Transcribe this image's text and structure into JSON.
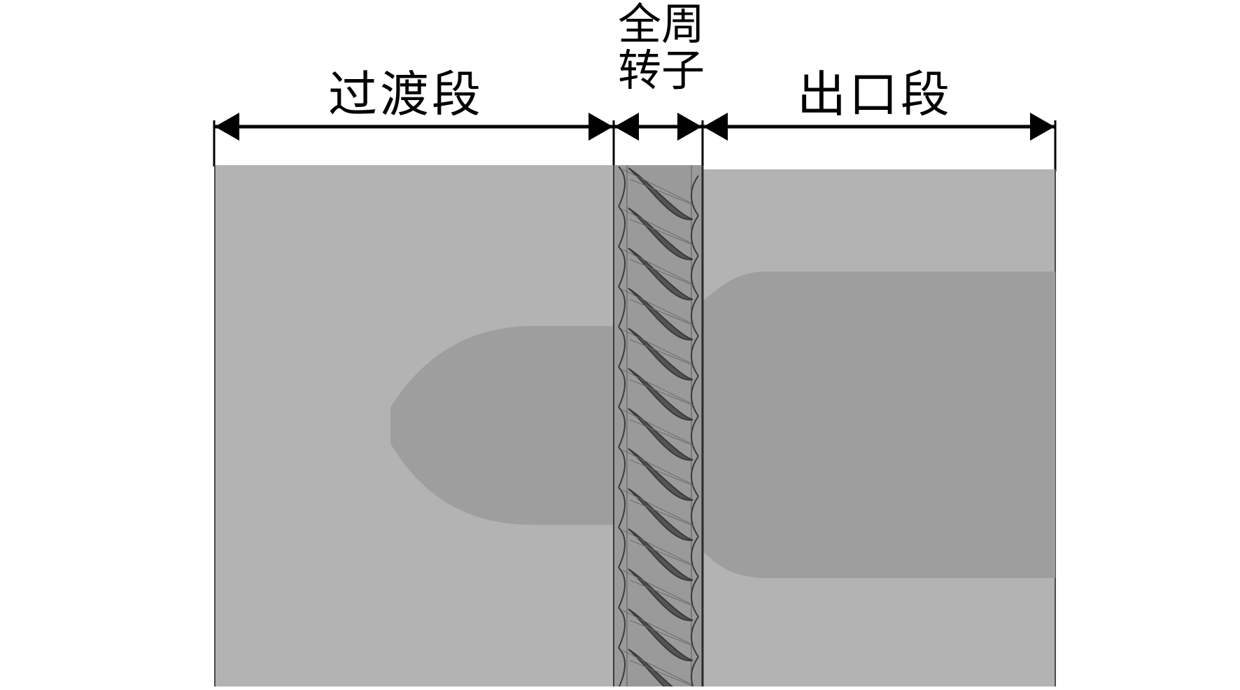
{
  "labels": {
    "transition": "过渡段",
    "rotor_line1": "全周",
    "rotor_line2": "转子",
    "outlet": "出口段"
  },
  "colors": {
    "background": "#ffffff",
    "duct_light": "#b3b3b3",
    "duct_dark": "#9e9e9e",
    "rotor_fill": "#9a9a9a",
    "rotor_line": "#3a3a3a",
    "dimension": "#000000"
  },
  "rotor": {
    "blade_count": 13
  }
}
